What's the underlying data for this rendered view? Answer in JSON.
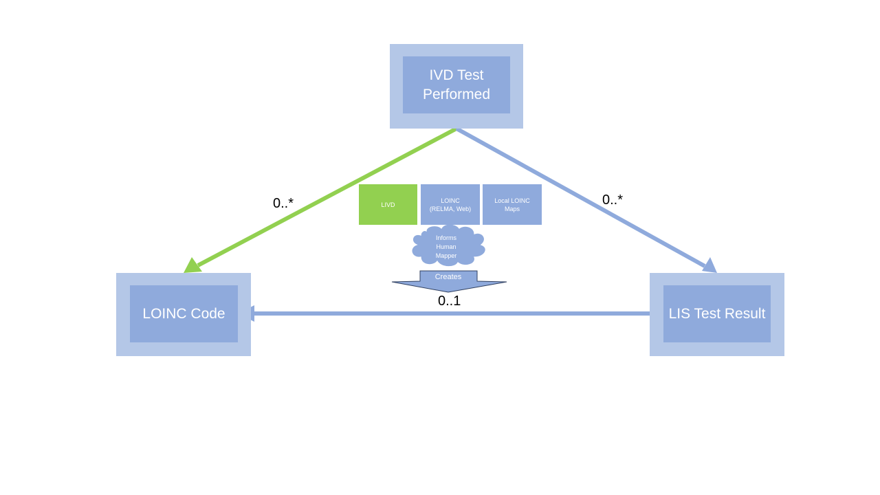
{
  "nodes": {
    "ivd_test": "IVD Test\nPerformed",
    "loinc_code": "LOINC Code",
    "lis_result": "LIS Test Result"
  },
  "multiplicities": {
    "ivd_to_loinc": "0..*",
    "ivd_to_lis": "0..*",
    "lis_to_loinc": "0..1"
  },
  "sources": {
    "livd": "LIVD",
    "loinc": "LOINC\n(RELMA, Web)",
    "local": "Local LOINC\nMaps"
  },
  "cloud": "Informs\nHuman\nMapper",
  "creates": "Creates",
  "colors": {
    "outer_fill": "#b4c7e7",
    "inner_fill": "#8faadc",
    "green": "#92d050",
    "blue_line": "#8faadc"
  }
}
